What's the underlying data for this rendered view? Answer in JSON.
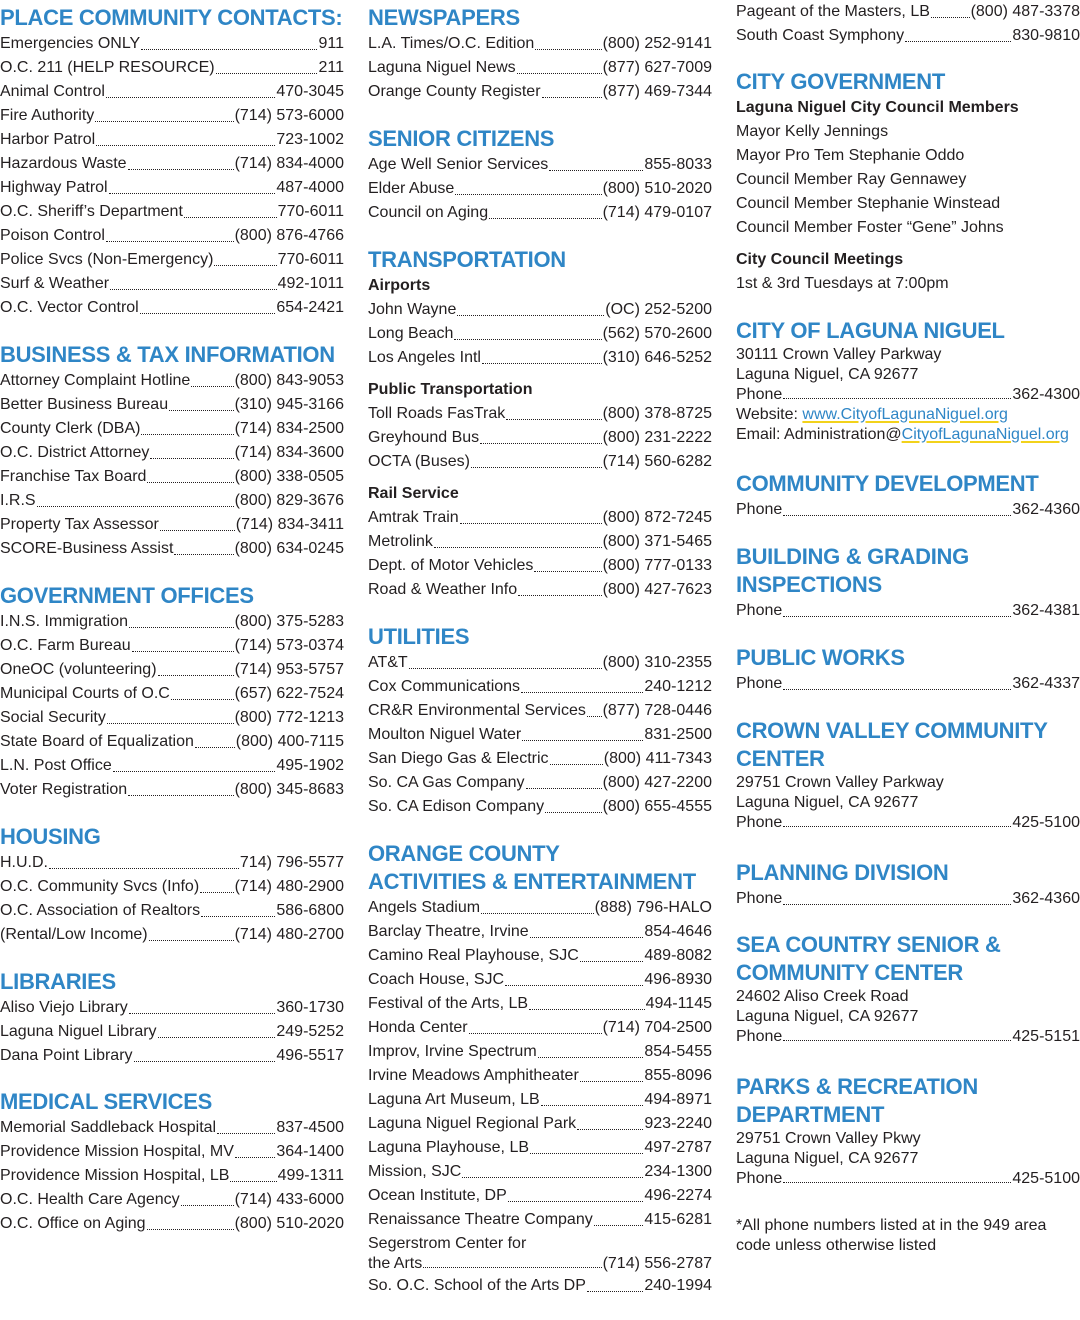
{
  "col1": {
    "place": {
      "heading": "PLACE COMMUNITY CONTACTS:",
      "rows": [
        {
          "name": "Emergencies ONLY",
          "phone": "911"
        },
        {
          "name": "O.C. 211 (HELP RESOURCE)",
          "phone": "211"
        },
        {
          "name": "Animal Control",
          "phone": "470-3045"
        },
        {
          "name": "Fire Authority",
          "phone": "(714) 573-6000"
        },
        {
          "name": "Harbor Patrol",
          "phone": "723-1002"
        },
        {
          "name": "Hazardous Waste",
          "phone": "(714) 834-4000"
        },
        {
          "name": "Highway Patrol",
          "phone": "487-4000"
        },
        {
          "name": "O.C. Sheriff’s Department",
          "phone": "770-6011"
        },
        {
          "name": "Poison Control",
          "phone": "(800) 876-4766"
        },
        {
          "name": "Police Svcs (Non-Emergency)",
          "phone": "770-6011"
        },
        {
          "name": "Surf & Weather",
          "phone": "492-1011"
        },
        {
          "name": "O.C. Vector Control",
          "phone": "654-2421"
        }
      ]
    },
    "business": {
      "heading": "BUSINESS & TAX INFORMATION",
      "rows": [
        {
          "name": "Attorney Complaint Hotline",
          "phone": "(800) 843-9053"
        },
        {
          "name": "Better Business Bureau",
          "phone": "(310) 945-3166"
        },
        {
          "name": "County Clerk (DBA)",
          "phone": "(714) 834-2500"
        },
        {
          "name": "O.C. District Attorney",
          "phone": "(714) 834-3600"
        },
        {
          "name": "Franchise Tax Board",
          "phone": "(800) 338-0505"
        },
        {
          "name": "I.R.S",
          "phone": "(800) 829-3676"
        },
        {
          "name": "Property Tax Assessor",
          "phone": "(714) 834-3411"
        },
        {
          "name": "SCORE-Business Assist",
          "phone": "(800) 634-0245"
        }
      ]
    },
    "government": {
      "heading": "GOVERNMENT OFFICES",
      "rows": [
        {
          "name": "I.N.S. Immigration",
          "phone": "(800) 375-5283"
        },
        {
          "name": "O.C. Farm Bureau",
          "phone": "(714) 573-0374"
        },
        {
          "name": "OneOC (volunteering)",
          "phone": "(714) 953-5757"
        },
        {
          "name": "Municipal Courts of O.C",
          "phone": "(657) 622-7524"
        },
        {
          "name": "Social Security",
          "phone": "(800) 772-1213"
        },
        {
          "name": "State Board of Equalization",
          "phone": "(800) 400-7115"
        },
        {
          "name": "L.N. Post Office",
          "phone": "495-1902"
        },
        {
          "name": "Voter Registration",
          "phone": "(800) 345-8683"
        }
      ]
    },
    "housing": {
      "heading": "HOUSING",
      "rows": [
        {
          "name": "H.U.D.",
          "phone": "714) 796-5577"
        },
        {
          "name": "O.C. Community Svcs (Info)",
          "phone": "(714) 480-2900"
        },
        {
          "name": "O.C. Association of Realtors",
          "phone": "586-6800"
        },
        {
          "name": "(Rental/Low Income)",
          "phone": "(714) 480-2700"
        }
      ]
    },
    "libraries": {
      "heading": "LIBRARIES",
      "rows": [
        {
          "name": "Aliso Viejo Library",
          "phone": "360-1730"
        },
        {
          "name": "Laguna Niguel Library",
          "phone": "249-5252"
        },
        {
          "name": "Dana Point Library",
          "phone": "496-5517"
        }
      ]
    },
    "medical": {
      "heading": "MEDICAL SERVICES",
      "rows": [
        {
          "name": "Memorial Saddleback Hospital",
          "phone": "837-4500"
        },
        {
          "name": "Providence Mission Hospital, MV",
          "phone": "364-1400"
        },
        {
          "name": "Providence Mission Hospital, LB",
          "phone": "499-1311"
        },
        {
          "name": "O.C. Health Care Agency",
          "phone": "(714) 433-6000"
        },
        {
          "name": "O.C. Office on Aging",
          "phone": "(800) 510-2020"
        }
      ]
    }
  },
  "col2": {
    "newspapers": {
      "heading": "NEWSPAPERS",
      "rows": [
        {
          "name": "L.A. Times/O.C. Edition",
          "phone": "(800) 252-9141"
        },
        {
          "name": "Laguna Niguel News",
          "phone": "(877) 627-7009"
        },
        {
          "name": "Orange County Register",
          "phone": "(877) 469-7344"
        }
      ]
    },
    "senior": {
      "heading": "SENIOR CITIZENS",
      "rows": [
        {
          "name": "Age Well Senior Services",
          "phone": "855-8033"
        },
        {
          "name": "Elder Abuse",
          "phone": "(800) 510-2020"
        },
        {
          "name": "Council on Aging",
          "phone": "(714) 479-0107"
        }
      ]
    },
    "transportation": {
      "heading": "TRANSPORTATION",
      "airports_label": "Airports",
      "airports": [
        {
          "name": "John Wayne",
          "phone": "(OC) 252-5200"
        },
        {
          "name": "Long Beach",
          "phone": "(562) 570-2600"
        },
        {
          "name": "Los Angeles Intl",
          "phone": "(310) 646-5252"
        }
      ],
      "public_label": "Public Transportation",
      "public": [
        {
          "name": "Toll Roads FasTrak",
          "phone": "(800) 378-8725"
        },
        {
          "name": "Greyhound Bus",
          "phone": "(800) 231-2222"
        },
        {
          "name": "OCTA (Buses)",
          "phone": "(714) 560-6282"
        }
      ],
      "rail_label": "Rail Service",
      "rail": [
        {
          "name": "Amtrak Train",
          "phone": "(800) 872-7245"
        },
        {
          "name": "Metrolink",
          "phone": "(800) 371-5465"
        },
        {
          "name": "Dept. of Motor Vehicles",
          "phone": "(800) 777-0133"
        },
        {
          "name": "Road & Weather Info",
          "phone": "(800) 427-7623"
        }
      ]
    },
    "utilities": {
      "heading": "UTILITIES",
      "rows": [
        {
          "name": "AT&T",
          "phone": "(800) 310-2355"
        },
        {
          "name": "Cox Communications",
          "phone": "240-1212"
        },
        {
          "name": "CR&R Environmental Services",
          "phone": "(877) 728-0446"
        },
        {
          "name": "Moulton Niguel Water",
          "phone": "831-2500"
        },
        {
          "name": "San Diego Gas & Electric",
          "phone": "(800) 411-7343"
        },
        {
          "name": "So. CA Gas Company",
          "phone": "(800) 427-2200"
        },
        {
          "name": "So. CA Edison Company",
          "phone": "(800) 655-4555"
        }
      ]
    },
    "orange": {
      "heading_line1": "ORANGE COUNTY",
      "heading_line2": "ACTIVITIES & ENTERTAINMENT",
      "rows": [
        {
          "name": "Angels Stadium",
          "phone": "(888) 796-HALO"
        },
        {
          "name": "Barclay Theatre, Irvine",
          "phone": "854-4646"
        },
        {
          "name": "Camino Real Playhouse, SJC",
          "phone": "489-8082"
        },
        {
          "name": "Coach House, SJC",
          "phone": "496-8930"
        },
        {
          "name": "Festival of the Arts, LB",
          "phone": "494-1145"
        },
        {
          "name": "Honda Center",
          "phone": "(714) 704-2500"
        },
        {
          "name": "Improv, Irvine Spectrum",
          "phone": "854-5455"
        },
        {
          "name": "Irvine Meadows Amphitheater",
          "phone": "855-8096"
        },
        {
          "name": "Laguna Art Museum, LB",
          "phone": "494-8971"
        },
        {
          "name": "Laguna Niguel Regional Park",
          "phone": "923-2240"
        },
        {
          "name": "Laguna Playhouse, LB",
          "phone": "497-2787"
        },
        {
          "name": "Mission, SJC",
          "phone": "234-1300"
        },
        {
          "name": "Ocean Institute, DP",
          "phone": "496-2274"
        },
        {
          "name": "Renaissance Theatre Company",
          "phone": "415-6281"
        }
      ],
      "segerstrom_line1": "Segerstrom Center for",
      "segerstrom_line2": "the Arts",
      "segerstrom_phone": "(714) 556-2787",
      "last": {
        "name": "So. O.C. School of the Arts DP",
        "phone": "240-1994"
      }
    }
  },
  "col3": {
    "top_rows": [
      {
        "name": "Pageant of the Masters, LB",
        "phone": "(800) 487-3378"
      },
      {
        "name": "South Coast Symphony",
        "phone": "830-9810"
      }
    ],
    "city_gov": {
      "heading": "CITY GOVERNMENT",
      "council_label": "Laguna Niguel City Council Members",
      "members": [
        "Mayor Kelly Jennings",
        "Mayor Pro Tem Stephanie Oddo",
        "Council Member Ray Gennawey",
        "Council Member Stephanie Winstead",
        "Council Member Foster “Gene” Johns"
      ],
      "meetings_label": "City Council Meetings",
      "meetings_text": "1st & 3rd Tuesdays at 7:00pm"
    },
    "city_ln": {
      "heading": "CITY OF LAGUNA NIGUEL",
      "address1": "30111 Crown Valley Parkway",
      "address2": "Laguna Niguel, CA 92677",
      "phone_label": "Phone",
      "phone": "362-4300",
      "website_label": "Website: ",
      "website": "www.CityofLagunaNiguel.org",
      "email_label": "Email: Administration@",
      "email_domain": "CityofLagunaNiguel.org"
    },
    "comm_dev": {
      "heading": "COMMUNITY DEVELOPMENT",
      "phone_label": "Phone",
      "phone": "362-4360"
    },
    "building": {
      "heading_line1": "BUILDING & GRADING",
      "heading_line2": "INSPECTIONS",
      "phone_label": "Phone",
      "phone": "362-4381"
    },
    "public_works": {
      "heading": "PUBLIC WORKS",
      "phone_label": "Phone",
      "phone": "362-4337"
    },
    "crown_valley": {
      "heading_line1": "CROWN VALLEY COMMUNITY",
      "heading_line2": "CENTER",
      "address1": "29751 Crown Valley Parkway",
      "address2": "Laguna Niguel, CA 92677",
      "phone_label": "Phone",
      "phone": "425-5100"
    },
    "planning": {
      "heading": "PLANNING DIVISION",
      "phone_label": "Phone",
      "phone": "362-4360"
    },
    "sea_country": {
      "heading_line1": "SEA COUNTRY SENIOR &",
      "heading_line2": "COMMUNITY CENTER",
      "address1": "24602 Aliso Creek Road",
      "address2": "Laguna Niguel, CA 92677",
      "phone_label": "Phone",
      "phone": "425-5151"
    },
    "parks": {
      "heading_line1": "PARKS & RECREATION",
      "heading_line2": "DEPARTMENT",
      "address1": "29751 Crown Valley Pkwy",
      "address2": "Laguna Niguel, CA 92677",
      "phone_label": "Phone",
      "phone": "425-5100"
    },
    "footnote": "*All phone numbers listed at in the 949 area code unless otherwise listed"
  },
  "colors": {
    "heading": "#2f86c6",
    "text": "#231f20",
    "link_underline": "#f2d21b"
  }
}
